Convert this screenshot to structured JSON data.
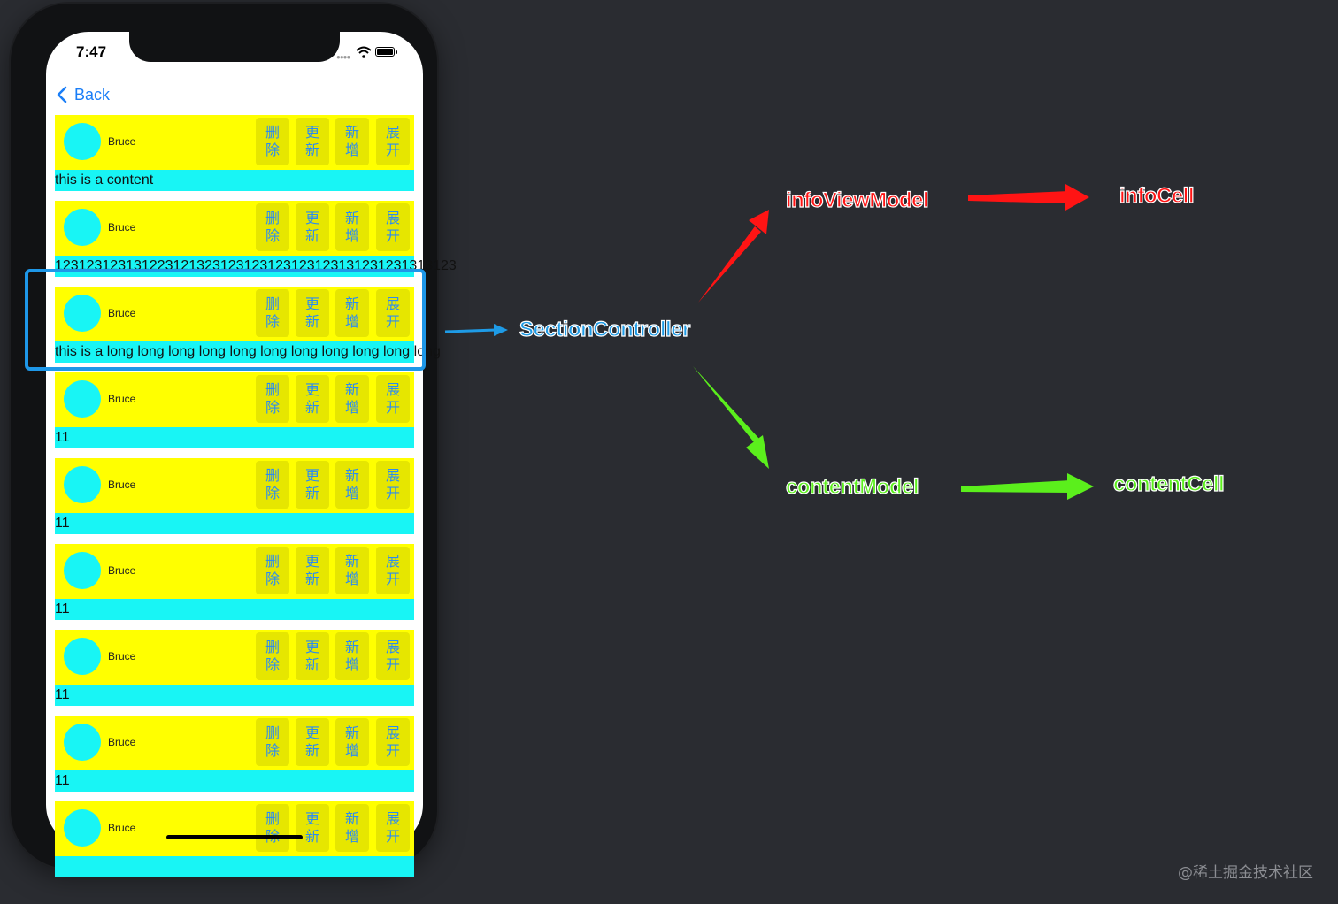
{
  "status_bar": {
    "time": "7:47"
  },
  "nav": {
    "back_label": "Back"
  },
  "info_name": "Bruce",
  "buttons": [
    {
      "top": "删",
      "bottom": "除"
    },
    {
      "top": "更",
      "bottom": "新"
    },
    {
      "top": "新",
      "bottom": "增"
    },
    {
      "top": "展",
      "bottom": "开"
    }
  ],
  "contents": [
    "this is a content",
    "123123123131223121323123123123123123131231231313123",
    "this is a long long long long long long long long long long long",
    "11",
    "11",
    "11",
    "11",
    "11",
    ""
  ],
  "diagram": {
    "section_controller": "SectionController",
    "info_view_model": "infoViewModel",
    "info_cell": "infoCell",
    "content_model": "contentModel",
    "content_cell": "contentCell",
    "colors": {
      "info": "#ff1414",
      "controller": "#1e9be6",
      "content": "#5bef1c"
    }
  },
  "watermark": "@稀土掘金技术社区"
}
